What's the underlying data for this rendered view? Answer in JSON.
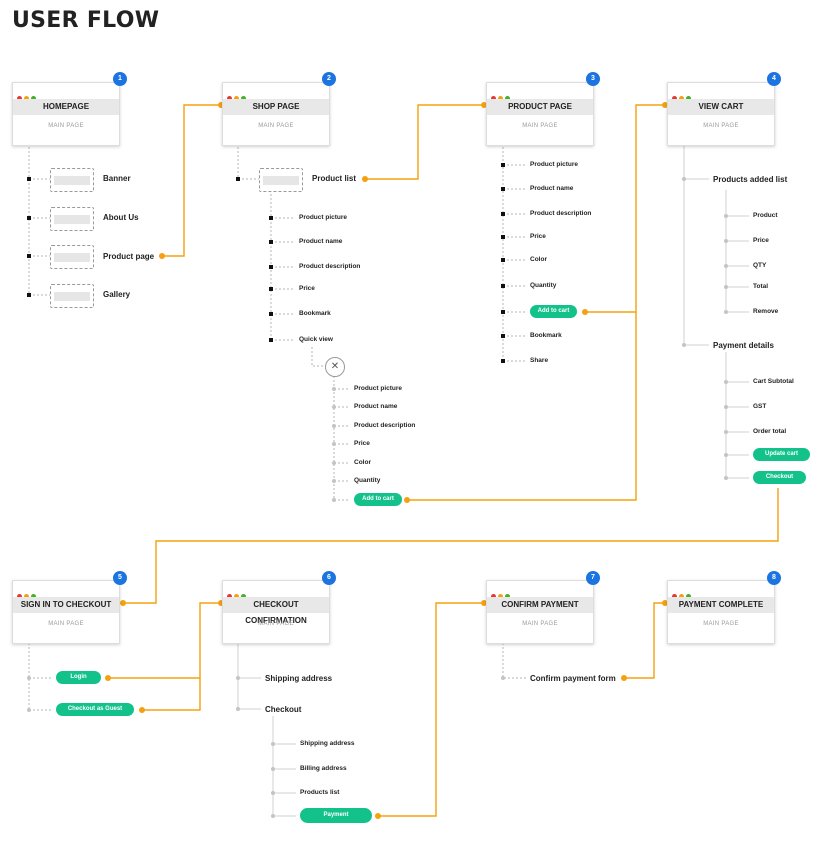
{
  "title": "USER FLOW",
  "colors": {
    "accent": "#f5a00f",
    "badge": "#1c74e0",
    "pill": "#13c28a"
  },
  "windows": [
    {
      "num": "1",
      "title": "HOMEPAGE",
      "subtitle": "MAIN PAGE"
    },
    {
      "num": "2",
      "title": "SHOP PAGE",
      "subtitle": "MAIN PAGE"
    },
    {
      "num": "3",
      "title": "PRODUCT PAGE",
      "subtitle": "MAIN PAGE"
    },
    {
      "num": "4",
      "title": "VIEW CART",
      "subtitle": "MAIN PAGE"
    },
    {
      "num": "5",
      "title": "SIGN IN TO CHECKOUT",
      "subtitle": "MAIN PAGE"
    },
    {
      "num": "6",
      "title": "CHECKOUT CONFIRMATION",
      "subtitle": "MAIN PAGE"
    },
    {
      "num": "7",
      "title": "CONFIRM PAYMENT",
      "subtitle": "MAIN PAGE"
    },
    {
      "num": "8",
      "title": "PAYMENT COMPLETE",
      "subtitle": "MAIN PAGE"
    }
  ],
  "homepage": {
    "items": [
      "Banner",
      "About Us",
      "Product page",
      "Gallery"
    ]
  },
  "shop": {
    "product_list": "Product list",
    "items": [
      "Product picture",
      "Product name",
      "Product description",
      "Price",
      "Bookmark",
      "Quick view"
    ],
    "quick_view_icon": "close-icon",
    "quick_view_items": [
      "Product picture",
      "Product name",
      "Product description",
      "Price",
      "Color",
      "Quantity"
    ],
    "add_to_cart": "Add to cart"
  },
  "product": {
    "items": [
      "Product picture",
      "Product name",
      "Product description",
      "Price",
      "Color",
      "Quantity"
    ],
    "add_to_cart": "Add to cart",
    "items_after": [
      "Bookmark",
      "Share"
    ]
  },
  "cart": {
    "products_added": "Products added list",
    "product_items": [
      "Product",
      "Price",
      "QTY",
      "Total",
      "Remove"
    ],
    "payment_details": "Payment details",
    "payment_items": [
      "Cart Subtotal",
      "GST",
      "Order total"
    ],
    "update_cart": "Update cart",
    "checkout": "Checkout"
  },
  "signin": {
    "login": "Login",
    "guest": "Checkout as Guest"
  },
  "confirmation": {
    "shipping_address": "Shipping address",
    "checkout": "Checkout",
    "sub_items": [
      "Shipping address",
      "Billing address",
      "Products list"
    ],
    "payment": "Payment"
  },
  "confirm_payment": {
    "form": "Confirm payment form"
  }
}
